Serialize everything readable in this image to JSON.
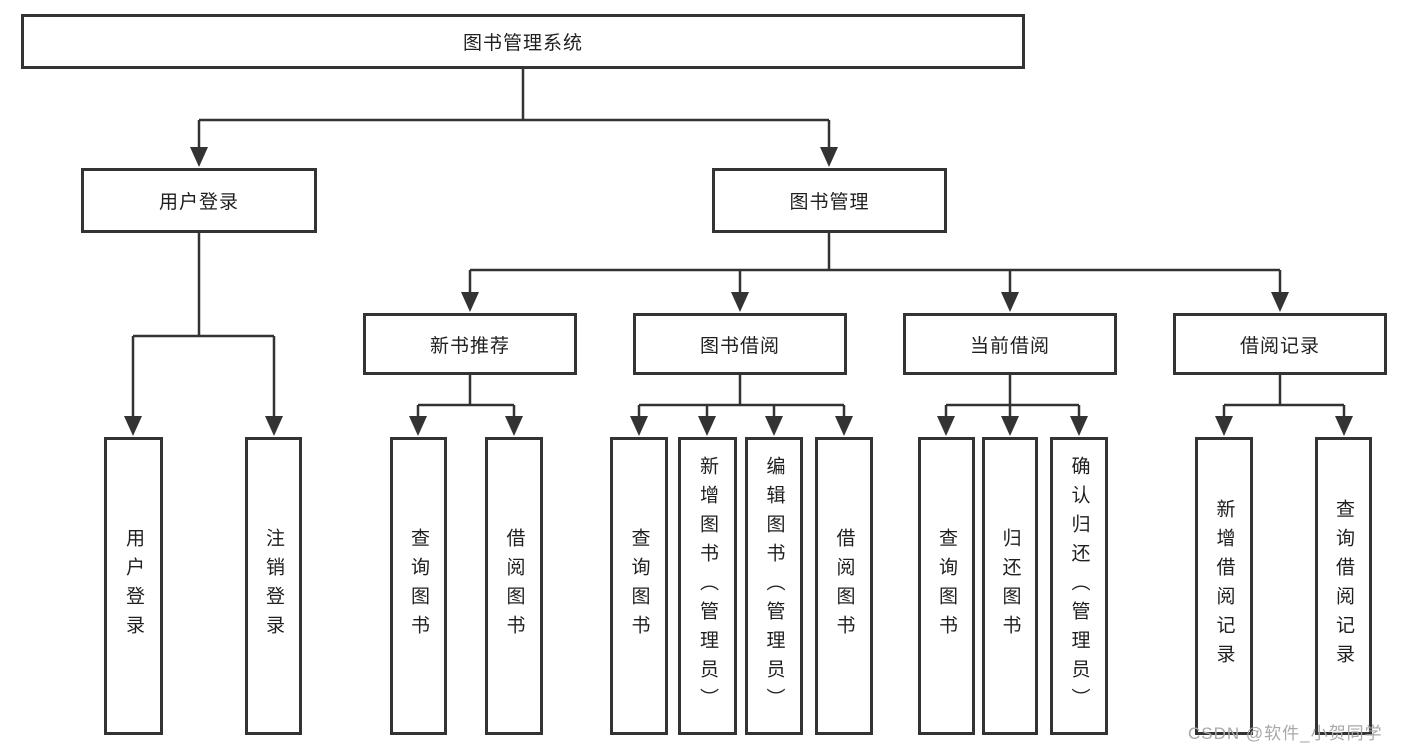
{
  "diagram": {
    "title": "图书管理系统",
    "nodes": {
      "root": {
        "label": "图书管理系统"
      },
      "l2": [
        {
          "label": "用户登录"
        },
        {
          "label": "图书管理"
        }
      ],
      "l3": [
        {
          "label": "新书推荐"
        },
        {
          "label": "图书借阅"
        },
        {
          "label": "当前借阅"
        },
        {
          "label": "借阅记录"
        }
      ],
      "leaves": {
        "user_login": {
          "label": "用户登录"
        },
        "logout": {
          "label": "注销登录"
        },
        "rec_query": {
          "label": "查询图书"
        },
        "rec_borrow": {
          "label": "借阅图书"
        },
        "bb_query": {
          "label": "查询图书"
        },
        "bb_add": {
          "label": "新增图书（管理员）"
        },
        "bb_edit": {
          "label": "编辑图书（管理员）"
        },
        "bb_borrow": {
          "label": "借阅图书"
        },
        "cb_query": {
          "label": "查询图书"
        },
        "cb_return": {
          "label": "归还图书"
        },
        "cb_confirm": {
          "label": "确认归还（管理员）"
        },
        "br_add": {
          "label": "新增借阅记录"
        },
        "br_query": {
          "label": "查询借阅记录"
        }
      }
    },
    "hierarchy": {
      "图书管理系统": {
        "用户登录": [
          "用户登录",
          "注销登录"
        ],
        "图书管理": {
          "新书推荐": [
            "查询图书",
            "借阅图书"
          ],
          "图书借阅": [
            "查询图书",
            "新增图书（管理员）",
            "编辑图书（管理员）",
            "借阅图书"
          ],
          "当前借阅": [
            "查询图书",
            "归还图书",
            "确认归还（管理员）"
          ],
          "借阅记录": [
            "新增借阅记录",
            "查询借阅记录"
          ]
        }
      }
    },
    "colors": {
      "line": "#333333",
      "box_border": "#333333",
      "box_fill": "#ffffff",
      "text": "#1f1f1f",
      "watermark": "#a8a8a8",
      "background": "#ffffff"
    }
  },
  "watermark": {
    "text": "CSDN @软件_小贺同学"
  }
}
